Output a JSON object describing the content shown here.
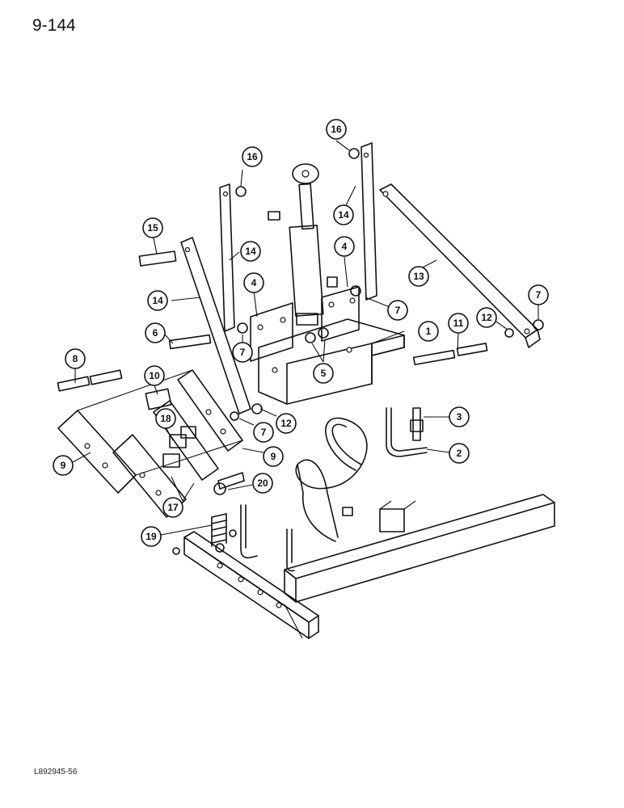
{
  "page_number": "9-144",
  "reference_code": "L892945-56",
  "callouts": [
    {
      "label": "1"
    },
    {
      "label": "2"
    },
    {
      "label": "3"
    },
    {
      "label": "4"
    },
    {
      "label": "4"
    },
    {
      "label": "5"
    },
    {
      "label": "6"
    },
    {
      "label": "7"
    },
    {
      "label": "7"
    },
    {
      "label": "7"
    },
    {
      "label": "7"
    },
    {
      "label": "8"
    },
    {
      "label": "9"
    },
    {
      "label": "9"
    },
    {
      "label": "10"
    },
    {
      "label": "11"
    },
    {
      "label": "12"
    },
    {
      "label": "12"
    },
    {
      "label": "13"
    },
    {
      "label": "14"
    },
    {
      "label": "14"
    },
    {
      "label": "14"
    },
    {
      "label": "15"
    },
    {
      "label": "16"
    },
    {
      "label": "16"
    },
    {
      "label": "17"
    },
    {
      "label": "18"
    },
    {
      "label": "19"
    },
    {
      "label": "20"
    }
  ]
}
